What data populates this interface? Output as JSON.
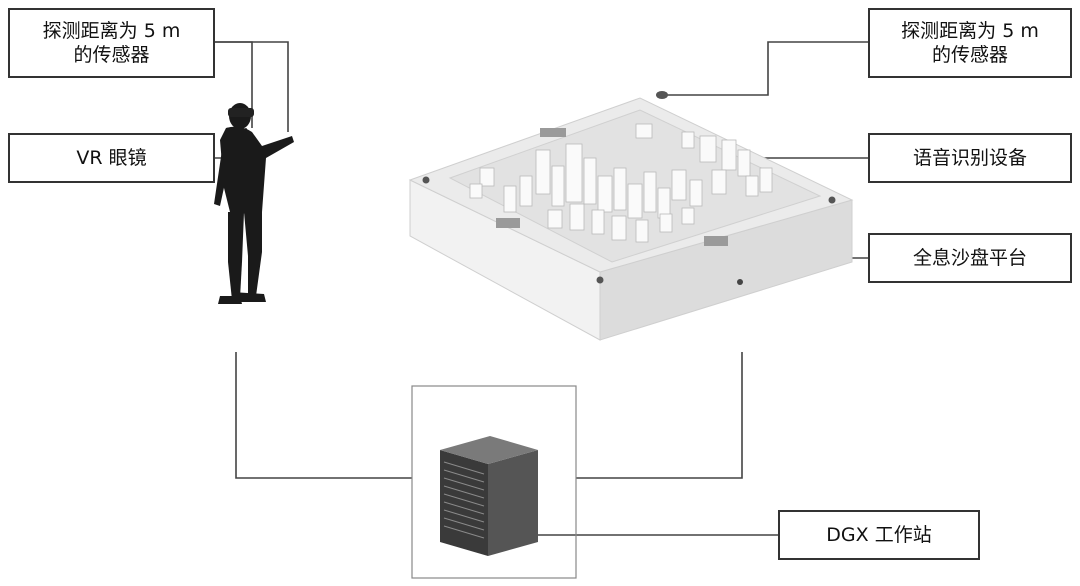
{
  "labels": {
    "sensor_left_line1": "探测距离为 5 m",
    "sensor_left_line2": "的传感器",
    "sensor_right_line1": "探测距离为 5 m",
    "sensor_right_line2": "的传感器",
    "vr_glasses": "VR 眼镜",
    "voice_recognition": "语音识别设备",
    "holographic_platform": "全息沙盘平台",
    "dgx_workstation": "DGX 工作站"
  },
  "colors": {
    "line": "#444444",
    "box_border": "#333333",
    "platform_top": "#e9e9e9",
    "platform_side_light": "#f4f4f4",
    "platform_side_dark": "#dcdcdc",
    "building": "#f7f7f7",
    "person": "#1a1a1a",
    "server_front": "#3a3a3a",
    "server_side": "#5a5a5a"
  },
  "icons": [
    "person-vr-user-icon",
    "holographic-sandtable-icon",
    "server-tower-icon"
  ]
}
